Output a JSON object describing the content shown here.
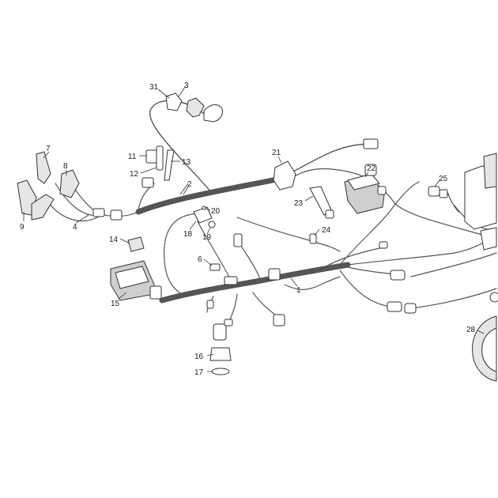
{
  "callouts": {
    "c1": "1",
    "c2": "2",
    "c3": "3",
    "c4": "4",
    "c6": "6",
    "c7": "7",
    "c8": "8",
    "c9": "9",
    "c11": "11",
    "c12": "12",
    "c13": "13",
    "c14": "14",
    "c15": "15",
    "c16": "16",
    "c17": "17",
    "c18": "18",
    "c19": "19",
    "c20": "20",
    "c21": "21",
    "c22": "22",
    "c23": "23",
    "c24": "24",
    "c25": "25",
    "c28": "28",
    "c31": "31"
  }
}
